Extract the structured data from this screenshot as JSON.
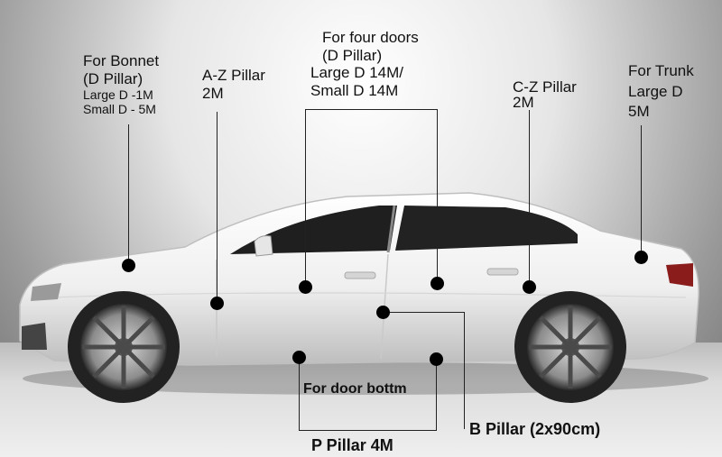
{
  "labels": {
    "bonnet": {
      "title": "For Bonnet",
      "sub": "(D Pillar)",
      "line1": "Large D -1M",
      "line2": "Small D - 5M"
    },
    "az": {
      "title": "A-Z Pillar",
      "sub": "2M"
    },
    "four_doors": {
      "title": "For four doors",
      "sub": "(D Pillar)",
      "line1": "Large D 14M/",
      "line2": "Small D 14M"
    },
    "cz": {
      "title": "C-Z Pillar",
      "sub": "2M"
    },
    "trunk": {
      "title": "For Trunk",
      "line1": "Large D",
      "line2": "5M"
    },
    "door_bottom": "For door bottm",
    "p_pillar": "P Pillar 4M",
    "b_pillar": "B Pillar (2x90cm)"
  },
  "colors": {
    "car_body": "#f2f2f2",
    "glass": "#1e1e1e",
    "marker": "#000000",
    "text": "#111111"
  }
}
